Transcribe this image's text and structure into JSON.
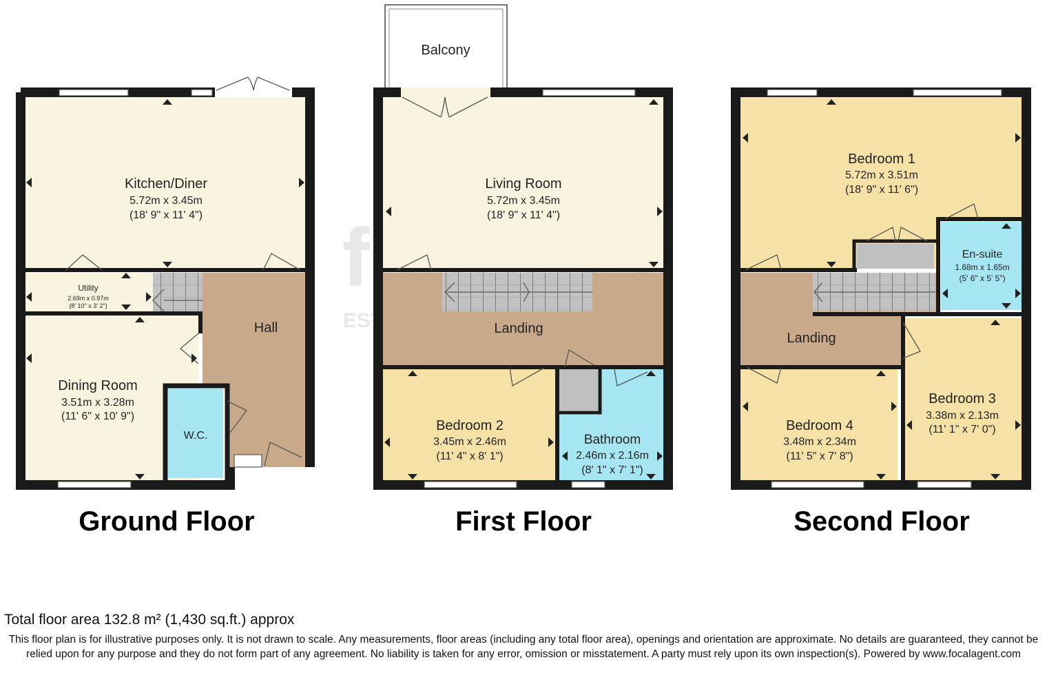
{
  "floors": [
    {
      "name": "Ground Floor",
      "rooms": [
        {
          "name": "Kitchen/Diner",
          "metric": "5.72m x 3.45m",
          "imperial": "(18' 9\" x 11' 4\")"
        },
        {
          "name": "Utility",
          "metric": "2.69m x 0.97m",
          "imperial": "(8' 10\" x 3' 2\")"
        },
        {
          "name": "Hall"
        },
        {
          "name": "Dining Room",
          "metric": "3.51m x 3.28m",
          "imperial": "(11' 6\" x 10' 9\")"
        },
        {
          "name": "W.C."
        }
      ]
    },
    {
      "name": "First Floor",
      "rooms": [
        {
          "name": "Balcony"
        },
        {
          "name": "Living Room",
          "metric": "5.72m x 3.45m",
          "imperial": "(18' 9\" x 11' 4\")"
        },
        {
          "name": "Landing"
        },
        {
          "name": "Bedroom 2",
          "metric": "3.45m x 2.46m",
          "imperial": "(11' 4\" x 8' 1\")"
        },
        {
          "name": "Bathroom",
          "metric": "2.46m x 2.16m",
          "imperial": "(8' 1\" x 7' 1\")"
        }
      ]
    },
    {
      "name": "Second Floor",
      "rooms": [
        {
          "name": "Bedroom 1",
          "metric": "5.72m x 3.51m",
          "imperial": "(18' 9\" x 11' 6\")"
        },
        {
          "name": "En-suite",
          "metric": "1.68m x 1.65m",
          "imperial": "(5' 6\" x 5' 5\")"
        },
        {
          "name": "Landing"
        },
        {
          "name": "Bedroom 4",
          "metric": "3.48m x 2.34m",
          "imperial": "(11' 5\" x 7' 8\")"
        },
        {
          "name": "Bedroom 3",
          "metric": "3.38m x 2.13m",
          "imperial": "(11' 1\" x 7' 0\")"
        }
      ]
    }
  ],
  "watermark": {
    "brand": "fulfords",
    "tagline": "ESTABLISHED 1968"
  },
  "total_area": "Total floor area 132.8 m² (1,430 sq.ft.) approx",
  "disclaimer": "This floor plan is for illustrative purposes only. It is not drawn to scale. Any measurements, floor areas (including any total floor area), openings and orientation are approximate. No details are guaranteed, they cannot be relied upon for any purpose and they do not form part of any agreement. No liability is taken for any error, omission or misstatement. A party must rely upon its own inspection(s). Powered by www.focalagent.com",
  "colors": {
    "wall": "#1a1a1a",
    "kitchen_living": "#f7f3dc",
    "bedroom": "#f6e2a6",
    "bathroom": "#a6e6f3",
    "hall_landing": "#c8a98a",
    "stairs": "#b4b4b4",
    "cupboard": "#c0c0c0",
    "watermark": "#dcdcdc"
  }
}
